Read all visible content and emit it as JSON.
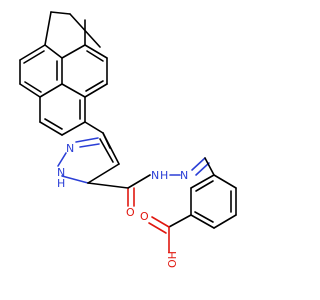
{
  "molecule": {
    "colors": {
      "carbon_bond": "#000000",
      "nitrogen": "#2b3fd6",
      "oxygen": "#e0170f"
    },
    "atom_labels": {
      "pyrazole_n": "N",
      "pyrazole_nh": "N",
      "pyrazole_nh_h": "H",
      "amide_o": "O",
      "hydrazide_nh": "N",
      "hydrazide_nh_h": "H",
      "imine_n": "N",
      "acid_oh": "OH",
      "acid_o": "O"
    }
  }
}
